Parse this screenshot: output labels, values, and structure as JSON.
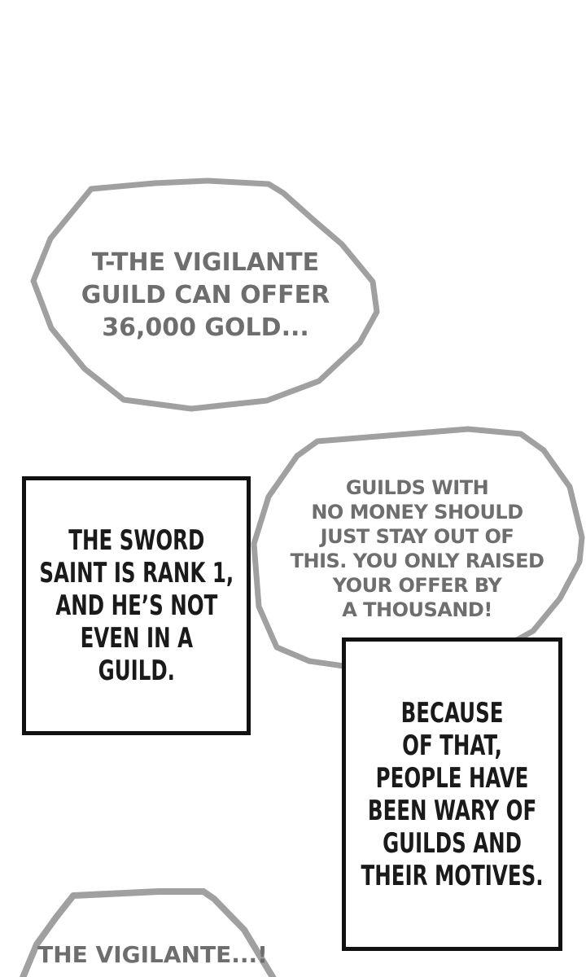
{
  "colors": {
    "page-bg": "#ffffff",
    "bubble-stroke": "#a0a0a0",
    "bubble-text": "#6e6e6e",
    "box-border": "#111111",
    "box-text": "#1a1a1a"
  },
  "bubbles": {
    "bubble1": {
      "speaker_style": "shaky-speech",
      "lines": [
        "T-THE VIGILANTE",
        "GUILD CAN OFFER",
        "36,000 GOLD..."
      ]
    },
    "bubble2": {
      "speaker_style": "speech",
      "lines": [
        "GUILDS WITH",
        "NO MONEY SHOULD",
        "JUST STAY OUT OF",
        "THIS. YOU ONLY RAISED",
        "YOUR OFFER BY",
        "A THOUSAND!"
      ]
    },
    "box1": {
      "speaker_style": "narration",
      "lines": [
        "THE SWORD",
        "SAINT IS RANK 1,",
        "AND HE’S NOT",
        "EVEN IN A",
        "GUILD."
      ]
    },
    "box2": {
      "speaker_style": "narration",
      "lines": [
        "BECAUSE",
        "OF THAT,",
        "PEOPLE HAVE",
        "BEEN WARY OF",
        "GUILDS AND",
        "THEIR MOTIVES."
      ]
    },
    "bubble3": {
      "speaker_style": "speech-partial",
      "lines": [
        "THE VIGILANTE...!"
      ]
    }
  }
}
